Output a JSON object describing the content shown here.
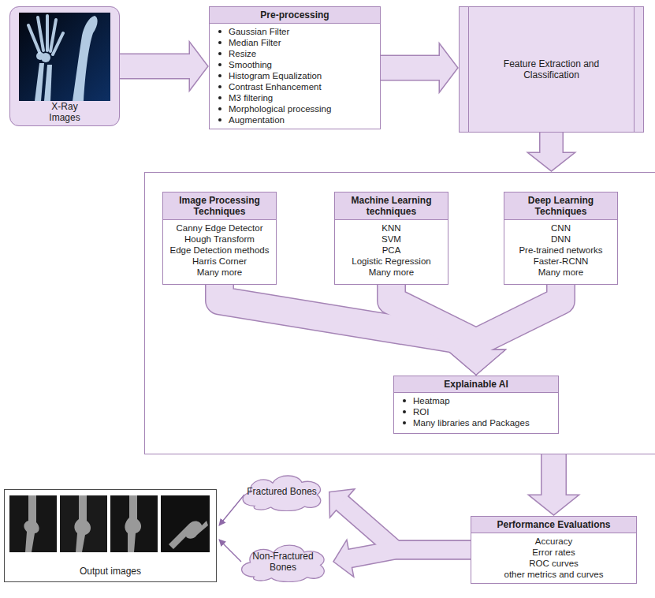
{
  "diagram": {
    "nodes": [
      {
        "text": [
          "X-Ray Images"
        ]
      },
      {
        "text": [
          "Pre-processing",
          "Gaussian Filter",
          "Median Filter",
          "Resize",
          "Smoothing",
          "Histogram Equalization",
          "Contrast Enhancement",
          "M3 filtering",
          "Morphological processing",
          "Augmentation"
        ]
      },
      {
        "text": [
          "Feature Extraction and Classification"
        ]
      },
      {
        "text": []
      },
      {
        "text": [
          "Image Processing Techniques",
          "Canny Edge Detector",
          "Hough Transform",
          "Edge Detection methods",
          "Harris Corner",
          "Many more"
        ],
        "in": 3
      },
      {
        "text": [
          "Machine Learning techniques",
          "KNN",
          "SVM",
          "PCA",
          "Logistic Regression",
          "Many more"
        ],
        "in": 3
      },
      {
        "text": [
          "Deep Learning Techniques",
          "CNN",
          "DNN",
          "Pre-trained networks",
          "Faster-RCNN",
          "Many more"
        ],
        "in": 3
      },
      {
        "text": [
          "Explainable AI",
          "Heatmap",
          "ROI",
          "Many libraries and Packages"
        ],
        "in": 3
      },
      {
        "text": [
          "Performance Evaluations",
          "Accuracy",
          "Error rates",
          "ROC curves",
          "other metrics and curves"
        ]
      },
      {
        "text": [
          "Fractured Bones"
        ]
      },
      {
        "text": [
          "Non-Fractured Bones"
        ]
      },
      {
        "text": [
          "Output images"
        ]
      }
    ],
    "edges": [
      {
        "from": 0,
        "to": 1,
        "arrow": "to"
      },
      {
        "from": 1,
        "to": 2,
        "arrow": "to"
      },
      {
        "from": 2,
        "to": 3,
        "arrow": "to"
      },
      {
        "from": 4,
        "to": 7,
        "arrow": "to"
      },
      {
        "from": 5,
        "to": 7,
        "arrow": "to"
      },
      {
        "from": 6,
        "to": 7,
        "arrow": "to"
      },
      {
        "from": 3,
        "to": 8,
        "arrow": "to"
      },
      {
        "from": 8,
        "to": 9,
        "arrow": "to"
      },
      {
        "from": 8,
        "to": 10,
        "arrow": "to"
      },
      {
        "from": 9,
        "to": 11,
        "arrow": "to"
      },
      {
        "from": 10,
        "to": 11,
        "arrow": "to"
      }
    ]
  }
}
